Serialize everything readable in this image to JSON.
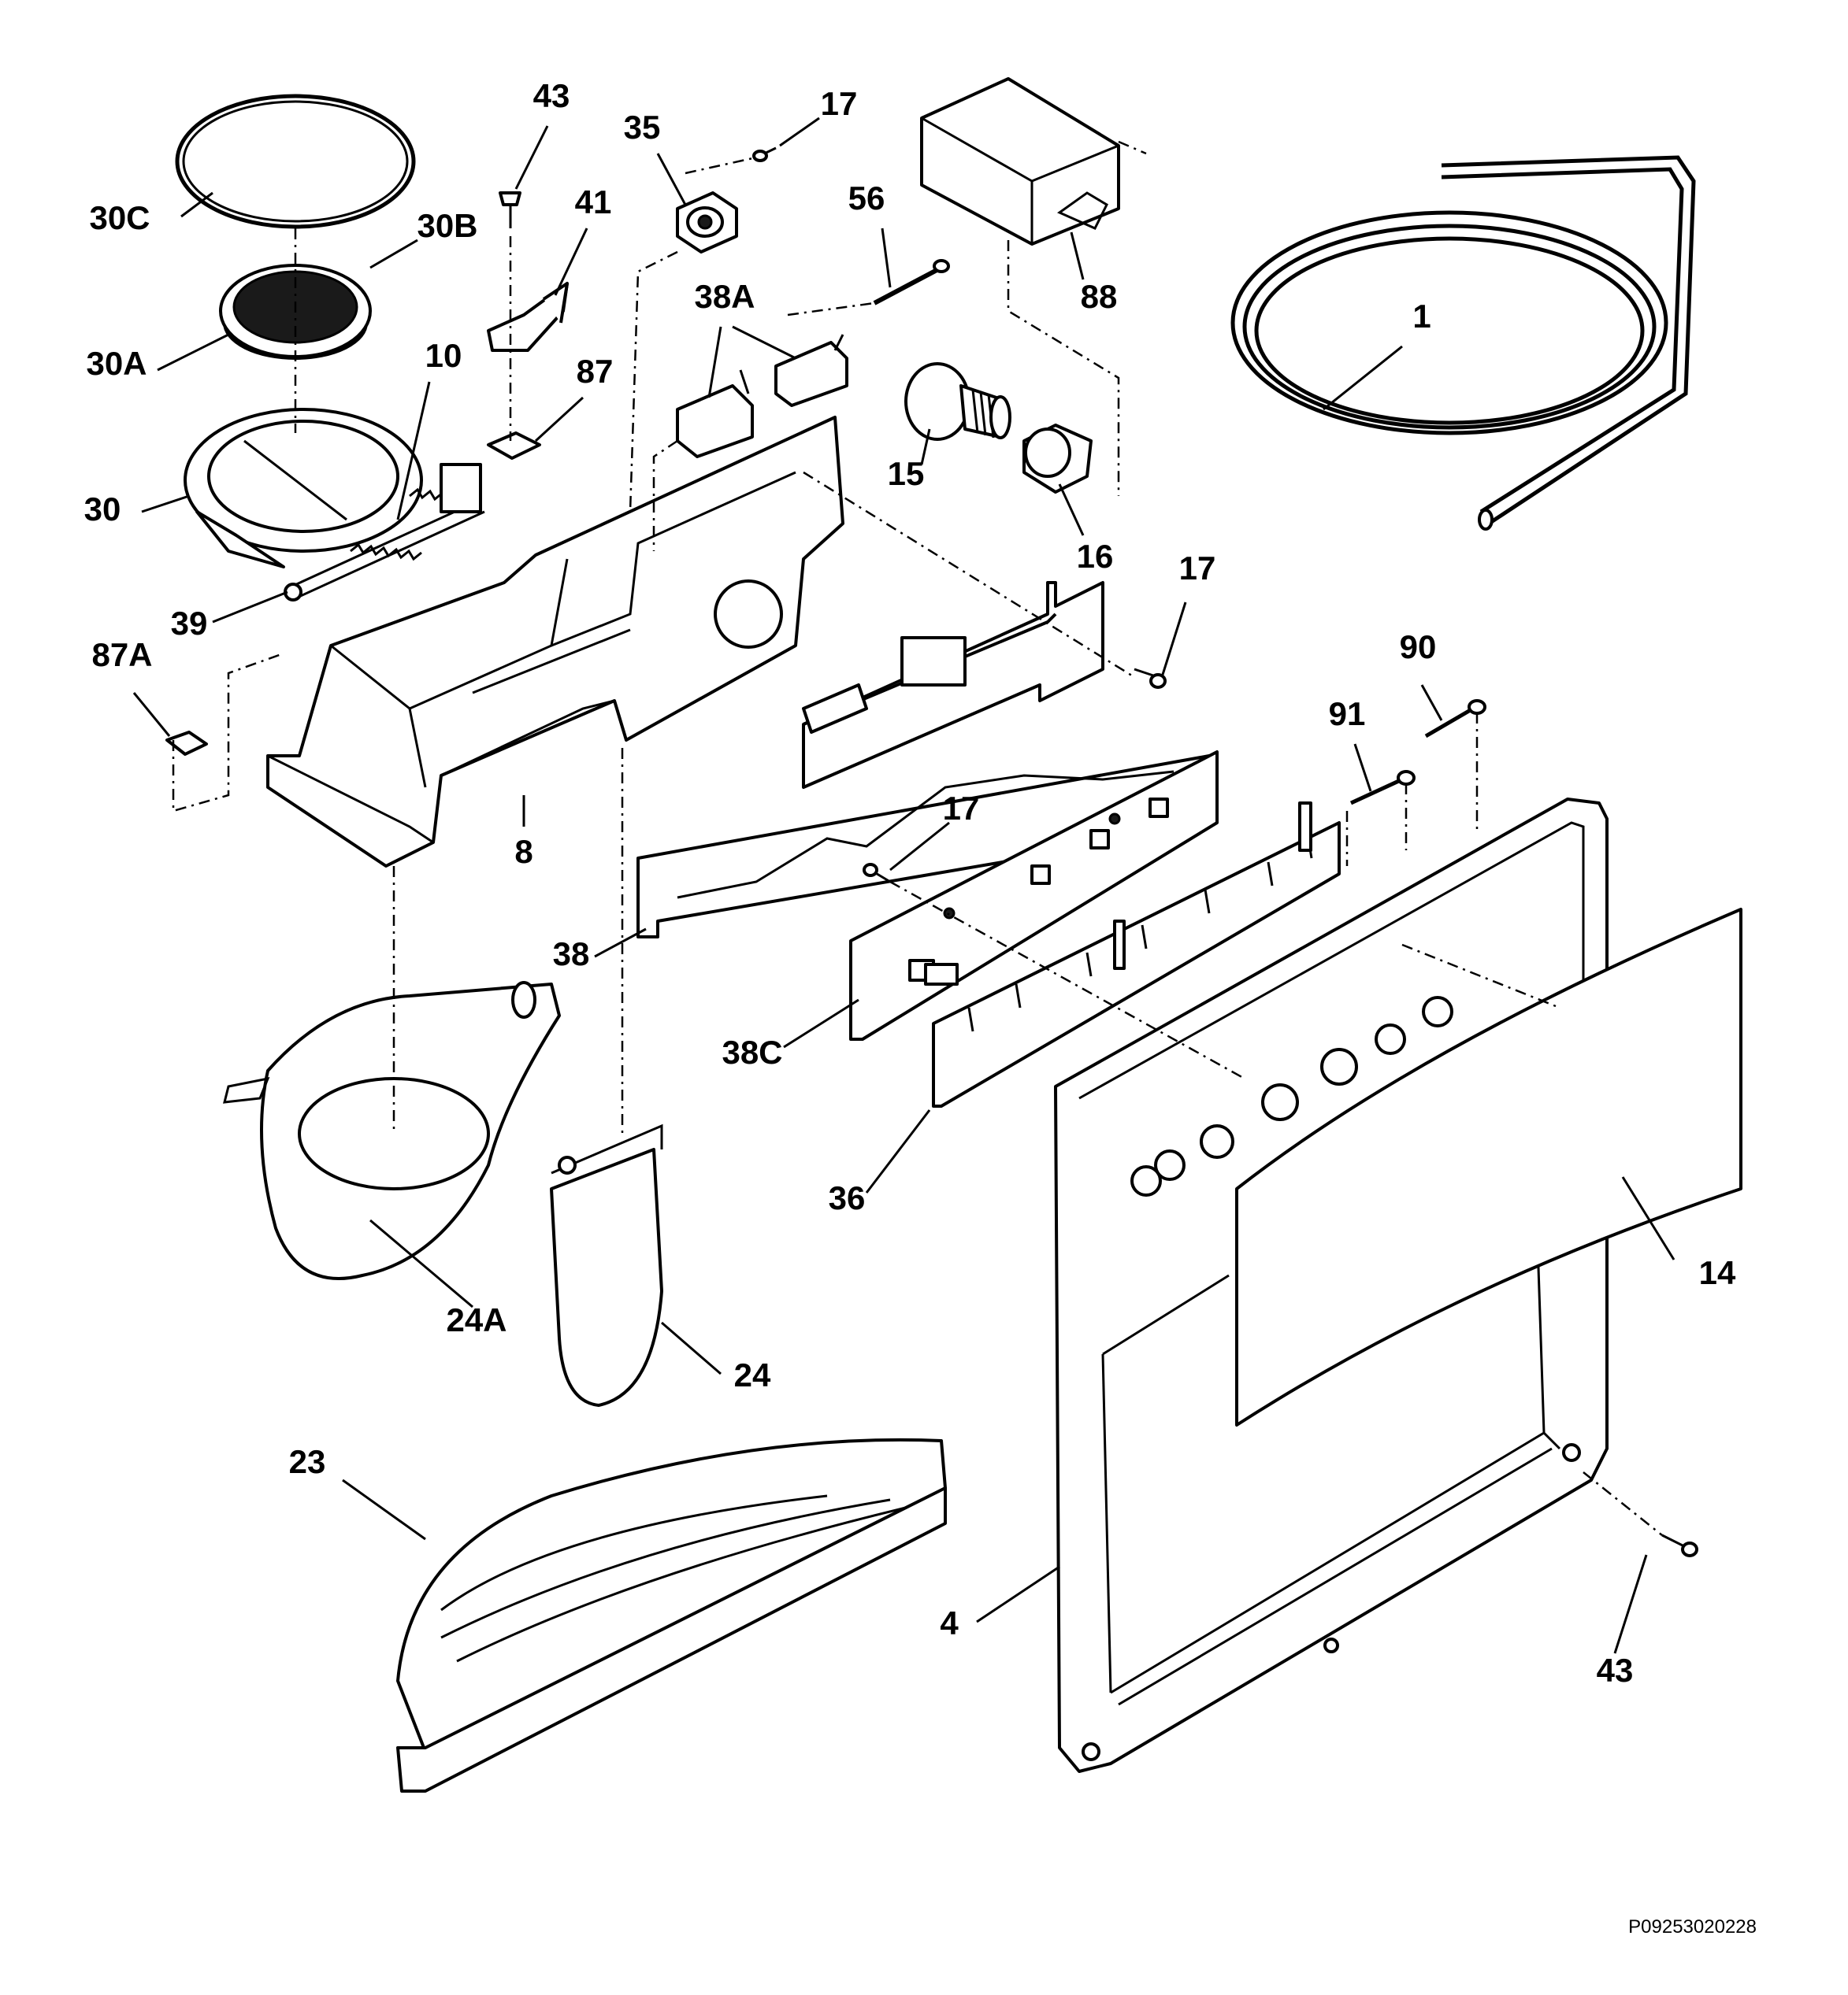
{
  "diagram": {
    "reference_code": "P09253020228",
    "callouts": [
      {
        "id": "c1",
        "label": "1"
      },
      {
        "id": "c4",
        "label": "4"
      },
      {
        "id": "c8",
        "label": "8"
      },
      {
        "id": "c10",
        "label": "10"
      },
      {
        "id": "c14",
        "label": "14"
      },
      {
        "id": "c15",
        "label": "15"
      },
      {
        "id": "c16",
        "label": "16"
      },
      {
        "id": "c17a",
        "label": "17"
      },
      {
        "id": "c17b",
        "label": "17"
      },
      {
        "id": "c17c",
        "label": "17"
      },
      {
        "id": "c23",
        "label": "23"
      },
      {
        "id": "c24",
        "label": "24"
      },
      {
        "id": "c24A",
        "label": "24A"
      },
      {
        "id": "c30",
        "label": "30"
      },
      {
        "id": "c30A",
        "label": "30A"
      },
      {
        "id": "c30B",
        "label": "30B"
      },
      {
        "id": "c30C",
        "label": "30C"
      },
      {
        "id": "c35",
        "label": "35"
      },
      {
        "id": "c36",
        "label": "36"
      },
      {
        "id": "c38",
        "label": "38"
      },
      {
        "id": "c38A",
        "label": "38A"
      },
      {
        "id": "c38C",
        "label": "38C"
      },
      {
        "id": "c39",
        "label": "39"
      },
      {
        "id": "c41",
        "label": "41"
      },
      {
        "id": "c43a",
        "label": "43"
      },
      {
        "id": "c43b",
        "label": "43"
      },
      {
        "id": "c56",
        "label": "56"
      },
      {
        "id": "c87",
        "label": "87"
      },
      {
        "id": "c87A",
        "label": "87A"
      },
      {
        "id": "c88",
        "label": "88"
      },
      {
        "id": "c90",
        "label": "90"
      },
      {
        "id": "c91",
        "label": "91"
      }
    ]
  }
}
